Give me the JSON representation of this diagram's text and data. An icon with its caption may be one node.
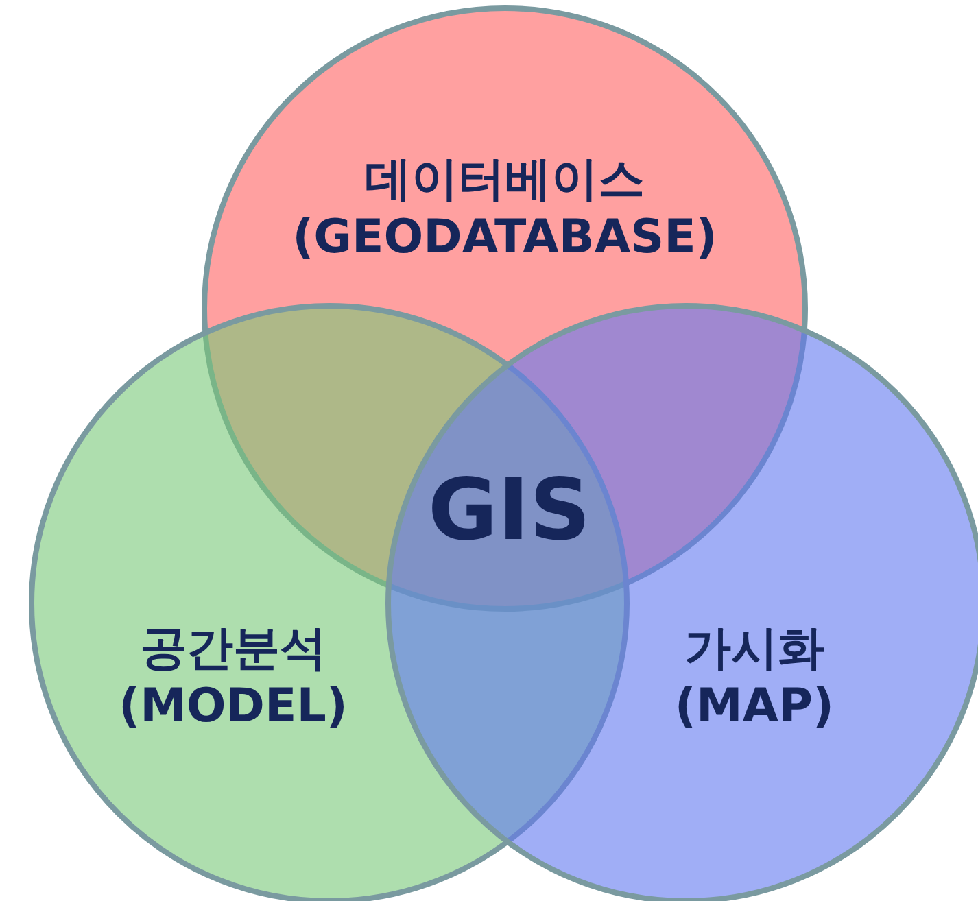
{
  "diagram": {
    "nodes": [
      {
        "text": [
          "데이터베이스 (GEODATABASE)"
        ]
      },
      {
        "text": [
          "공간분석 (MODEL)"
        ]
      },
      {
        "text": [
          "가시화 (MAP)"
        ]
      }
    ],
    "edges": [],
    "labels": [
      "GIS"
    ]
  }
}
